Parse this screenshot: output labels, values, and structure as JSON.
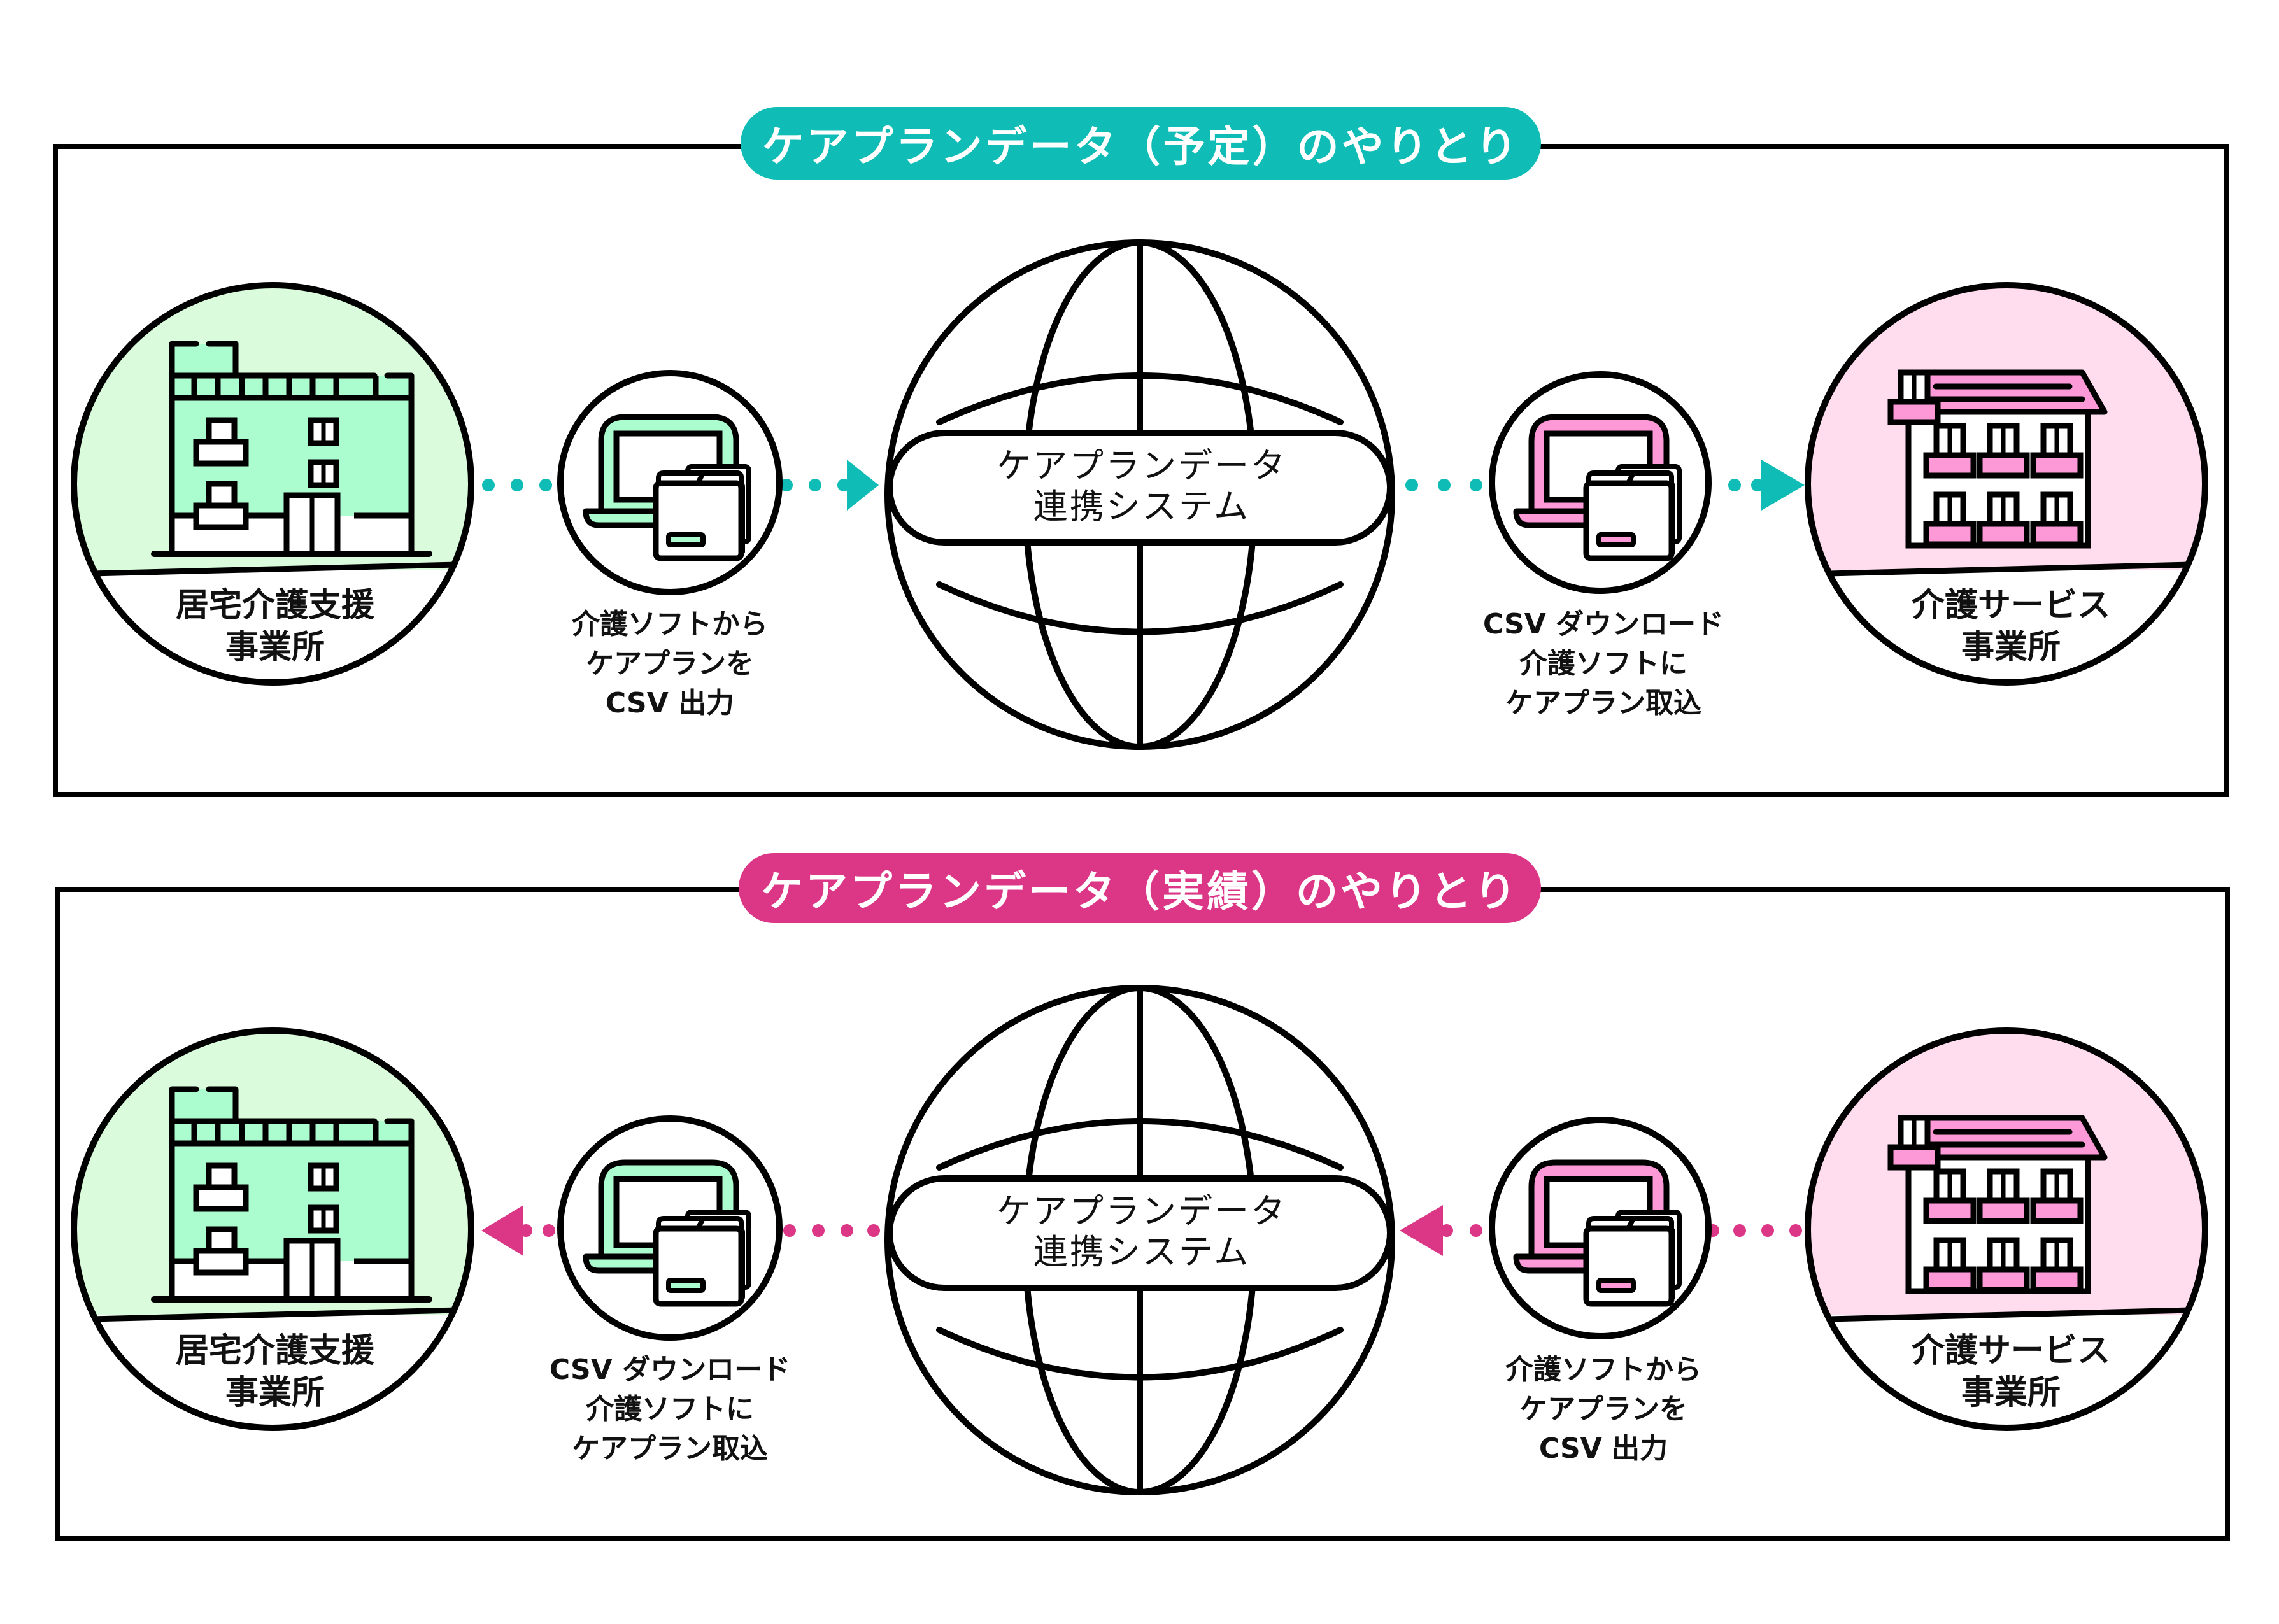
{
  "colors": {
    "teal": "#10BDB6",
    "magenta": "#DB3786",
    "green_bg": "#DAFCDC",
    "green_fill": "#ABFDD0",
    "pink_bg": "#FFDDEE",
    "pink_fill": "#FC99D6",
    "stroke": "#000000"
  },
  "sections": [
    {
      "title": "ケアプランデータ（予定）のやりとり",
      "accent": "teal",
      "direction": "left-to-right",
      "left_node": {
        "label_line1": "居宅介護支援",
        "label_line2": "事業所",
        "icon": "office-building-icon"
      },
      "left_step": {
        "lines": [
          "介護ソフトから",
          "ケアプランを",
          "CSV 出力"
        ],
        "icon": "laptop-folder-icon"
      },
      "center": {
        "line1": "ケアプランデータ",
        "line2": "連携システム",
        "icon": "globe-icon"
      },
      "right_step": {
        "lines": [
          "CSV ダウンロード",
          "介護ソフトに",
          "ケアプラン取込"
        ],
        "icon": "laptop-folder-icon"
      },
      "right_node": {
        "label_line1": "介護サービス",
        "label_line2": "事業所",
        "icon": "apartment-building-icon"
      }
    },
    {
      "title": "ケアプランデータ（実績）のやりとり",
      "accent": "magenta",
      "direction": "right-to-left",
      "left_node": {
        "label_line1": "居宅介護支援",
        "label_line2": "事業所",
        "icon": "office-building-icon"
      },
      "left_step": {
        "lines": [
          "CSV ダウンロード",
          "介護ソフトに",
          "ケアプラン取込"
        ],
        "icon": "laptop-folder-icon"
      },
      "center": {
        "line1": "ケアプランデータ",
        "line2": "連携システム",
        "icon": "globe-icon"
      },
      "right_step": {
        "lines": [
          "介護ソフトから",
          "ケアプランを",
          "CSV 出力"
        ],
        "icon": "laptop-folder-icon"
      },
      "right_node": {
        "label_line1": "介護サービス",
        "label_line2": "事業所",
        "icon": "apartment-building-icon"
      }
    }
  ]
}
